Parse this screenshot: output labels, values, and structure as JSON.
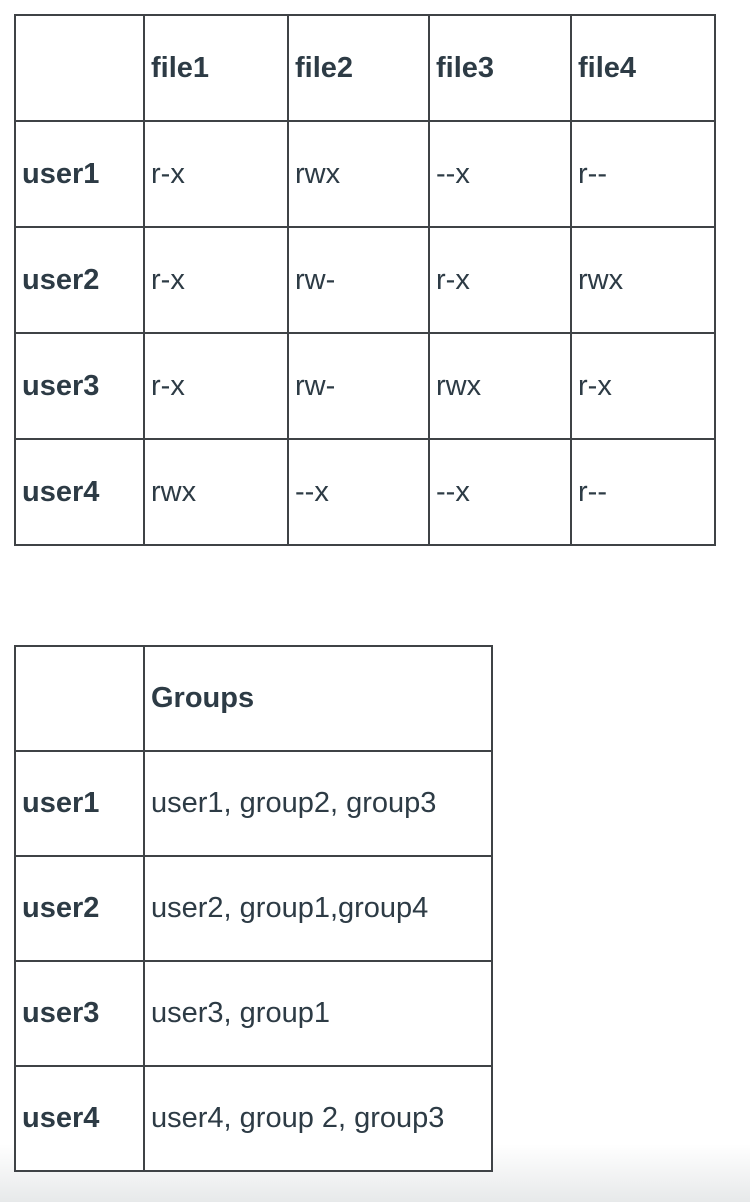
{
  "page": {
    "background_color": "#ffffff",
    "text_color": "#2d3b45",
    "border_color": "#3f4346",
    "bottom_fade_color": "#e7e9ea"
  },
  "permissions_table": {
    "corner_label": "",
    "columns": [
      "file1",
      "file2",
      "file3",
      "file4"
    ],
    "rows": [
      {
        "user": "user1",
        "values": [
          "r-x",
          "rwx",
          "--x",
          "r--"
        ]
      },
      {
        "user": "user2",
        "values": [
          "r-x",
          "rw-",
          "r-x",
          "rwx"
        ]
      },
      {
        "user": "user3",
        "values": [
          "r-x",
          "rw-",
          "rwx",
          "r-x"
        ]
      },
      {
        "user": "user4",
        "values": [
          "rwx",
          "--x",
          "--x",
          "r--"
        ]
      }
    ]
  },
  "groups_table": {
    "corner_label": "",
    "column_header": "Groups",
    "rows": [
      {
        "user": "user1",
        "groups": "user1, group2, group3"
      },
      {
        "user": "user2",
        "groups": "user2, group1,group4"
      },
      {
        "user": "user3",
        "groups": "user3, group1"
      },
      {
        "user": "user4",
        "groups": "user4, group 2, group3"
      }
    ]
  }
}
